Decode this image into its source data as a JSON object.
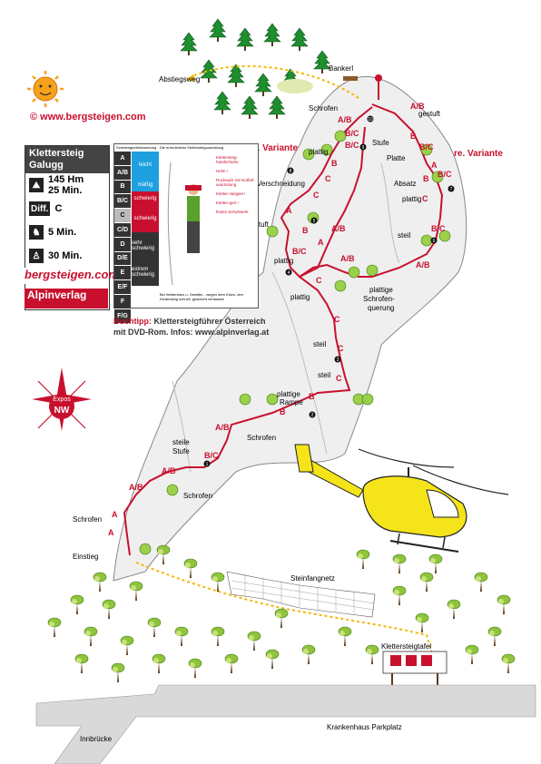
{
  "website": "© www.bergsteigen.com",
  "info_box": {
    "title_line1": "Klettersteig",
    "title_line2": "Galugg",
    "height": "145 Hm",
    "time_ascent": "25 Min.",
    "diff_label": "Diff.",
    "diff_value": "C",
    "approach": "5 Min.",
    "descent": "30 Min.",
    "brand_bergsteigen": "bergsteigen.com",
    "brand_alpinverlag": "Alpinverlag"
  },
  "scale": {
    "header_left": "Schwierigkeitsbewertung",
    "header_right": "Die erforderliche Klettersteigausrüstung",
    "grades": [
      "A",
      "A/B",
      "B",
      "B/C",
      "C",
      "C/D",
      "D",
      "D/E",
      "E",
      "E/F",
      "F",
      "F/G"
    ],
    "grade_words": [
      "leicht",
      "mäßig",
      "schwierig",
      "schwierig",
      "sehr schwierig",
      "extrem schwierig"
    ],
    "gear": [
      "Klettersteig-handschuhe",
      "Helm !",
      "Rucksack mit Notfall-ausrüstung",
      "Kletter-steigset !",
      "Kletter-gurt !",
      "festes Schuhwerk"
    ],
    "footer": "Bei Wettersturz u. Gewitter - wegen dem Eisen, den Klettersteig schnell, gesichert verlassen!"
  },
  "book": {
    "label": "Buchtipp:",
    "text1": "Klettersteigführer Österreich",
    "text2": "mit DVD-Rom. Infos: www.alpinverlag.at"
  },
  "compass": {
    "label": "Expos",
    "direction": "NW"
  },
  "labels": {
    "abstiegsweg": "Abstiegsweg",
    "bankerl": "Bankerl",
    "schrofen_top": "Schrofen",
    "stufe": "Stufe",
    "platte": "Platte",
    "gestuft_right": "gestuft",
    "plattig_top": "plattig",
    "verschneidung": "Verschneidung",
    "absatz": "Absatz",
    "plattig_r": "plattig",
    "gestuft_left": "gestuft",
    "plattig_left": "plattig",
    "steil_right": "steil",
    "plattig_mid": "plattig",
    "plattige": "plattige",
    "schrofen_querung_1": "Schrofen-",
    "schrofen_querung_2": "querung",
    "steil_1": "steil",
    "steil_2": "steil",
    "plattige_rampe_1": "plattige",
    "plattige_rampe_2": "Rampe",
    "schrofen_mid": "Schrofen",
    "steile_stufe_1": "steile",
    "steile_stufe_2": "Stufe",
    "schrofen_low": "Schrofen",
    "schrofen_left": "Schrofen",
    "einstieg": "Einstieg",
    "steinfangnetz": "Steinfangnetz",
    "klettersteigtafel": "Klettersteigtafel",
    "krankenhaus": "Krankenhaus Parkplatz",
    "innbruecke": "Innbrücke"
  },
  "variants": {
    "left": "li. Variante",
    "right": "re. Variante"
  },
  "route_grades": {
    "g_top_ab": "A/B",
    "g_ab2": "A/B",
    "g_b1": "B",
    "g_bc1": "B/C",
    "g_bc2": "B/C",
    "g_b2": "B",
    "g_a1": "A",
    "g_bc3": "B/C",
    "g_c1": "C",
    "g_b3": "B",
    "g_bc4": "B/C",
    "g_c2": "C",
    "g_bc_left": "B/C",
    "g_ab_left": "A/B",
    "g_a_left": "A",
    "g_b_left": "B",
    "g_c_left": "C",
    "g_ab_mid": "A/B",
    "g_a_mid": "A",
    "g_ab_mid2": "A/B",
    "g_bc_mid": "B/C",
    "g_c3": "C",
    "g_c4": "C",
    "g_c5": "C",
    "g_c6": "C",
    "g_b4": "B",
    "g_b5": "B",
    "g_ab_low": "A/B",
    "g_bc_low": "B/C",
    "g_ab_low2": "A/B",
    "g_ab_low3": "A/B",
    "g_a_low": "A",
    "g_a_low2": "A"
  },
  "stations": [
    "1",
    "2",
    "3",
    "4",
    "5",
    "6",
    "7",
    "8",
    "9",
    "10"
  ]
}
